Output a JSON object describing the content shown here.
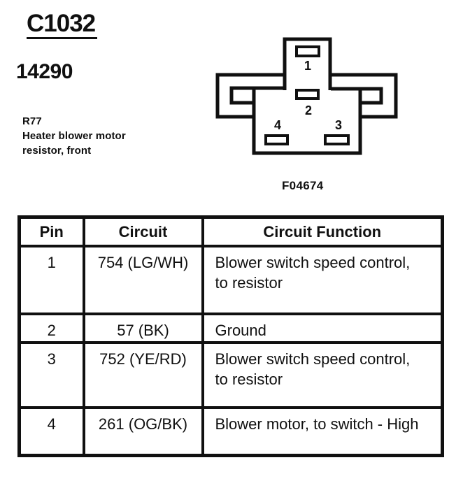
{
  "header": {
    "connector_id": "C1032",
    "part_number": "14290",
    "component_code": "R77",
    "component_desc_line1": "Heater blower motor",
    "component_desc_line2": "resistor, front"
  },
  "connector": {
    "figure_label": "F04674",
    "pin_labels": [
      "1",
      "2",
      "3",
      "4"
    ]
  },
  "pinout_table": {
    "headers": [
      "Pin",
      "Circuit",
      "Circuit Function"
    ],
    "rows": [
      {
        "pin": "1",
        "circuit": "754 (LG/WH)",
        "circuit_function": "Blower switch speed control,\nto resistor"
      },
      {
        "pin": "2",
        "circuit": "57 (BK)",
        "circuit_function": "Ground"
      },
      {
        "pin": "3",
        "circuit": "752 (YE/RD)",
        "circuit_function": "Blower switch speed control,\nto resistor"
      },
      {
        "pin": "4",
        "circuit": "261 (OG/BK)",
        "circuit_function": "Blower motor, to switch - High"
      }
    ]
  },
  "colors": {
    "ink": "#101010",
    "paper": "#ffffff"
  }
}
